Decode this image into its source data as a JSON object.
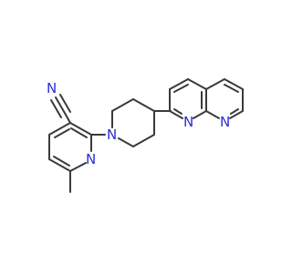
{
  "molecule": {
    "atoms": {
      "nitrile_c": "C",
      "nitrile_n": "N",
      "piperidine_n": "N",
      "pyridine_n": "N",
      "naphthyridine_n1": "N",
      "naphthyridine_n8": "N"
    }
  },
  "colors": {
    "bond": "#3a3a3a",
    "nitrogen": "#2b2bd6",
    "background": "#ffffff"
  }
}
